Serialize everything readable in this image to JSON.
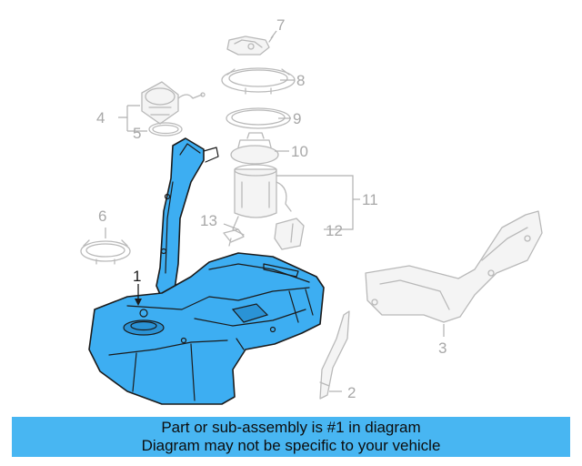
{
  "diagram": {
    "callouts": [
      {
        "id": "1",
        "text": "1",
        "highlight": true
      },
      {
        "id": "2",
        "text": "2",
        "highlight": false
      },
      {
        "id": "3",
        "text": "3",
        "highlight": false
      },
      {
        "id": "4",
        "text": "4",
        "highlight": false
      },
      {
        "id": "5",
        "text": "5",
        "highlight": false
      },
      {
        "id": "6",
        "text": "6",
        "highlight": false
      },
      {
        "id": "7",
        "text": "7",
        "highlight": false
      },
      {
        "id": "8",
        "text": "8",
        "highlight": false
      },
      {
        "id": "9",
        "text": "9",
        "highlight": false
      },
      {
        "id": "10",
        "text": "10",
        "highlight": false
      },
      {
        "id": "11",
        "text": "11",
        "highlight": false
      },
      {
        "id": "12",
        "text": "12",
        "highlight": false
      },
      {
        "id": "13",
        "text": "13",
        "highlight": false
      }
    ],
    "colors": {
      "highlight_part": "#3daef2",
      "ghost_part": "#b9b9b9",
      "banner": "#48b6f2"
    }
  },
  "banner": {
    "line1": "Part or sub-assembly is #1 in diagram",
    "line2": "Diagram may not be specific to your vehicle"
  }
}
